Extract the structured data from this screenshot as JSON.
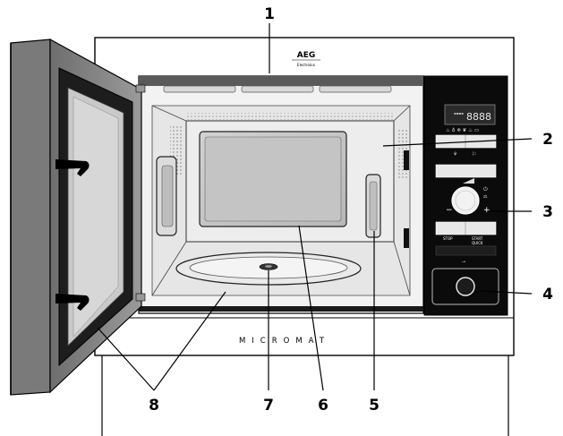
{
  "brand": {
    "logo": "AEG",
    "sub": "Electrolux"
  },
  "model_text": "MICROMAT",
  "display": {
    "digits": "8888"
  },
  "panel": {
    "stop_label": "STOP",
    "start_label": "START",
    "quick_label": "QUICK",
    "minus": "−",
    "plus": "+"
  },
  "callouts": [
    "1",
    "2",
    "3",
    "4",
    "5",
    "6",
    "7",
    "8"
  ],
  "colors": {
    "panel": "#0b0b0b",
    "door_frame": "#8e8e8e",
    "cavity": "#e4e4e4",
    "window": "#c6c6c6"
  }
}
